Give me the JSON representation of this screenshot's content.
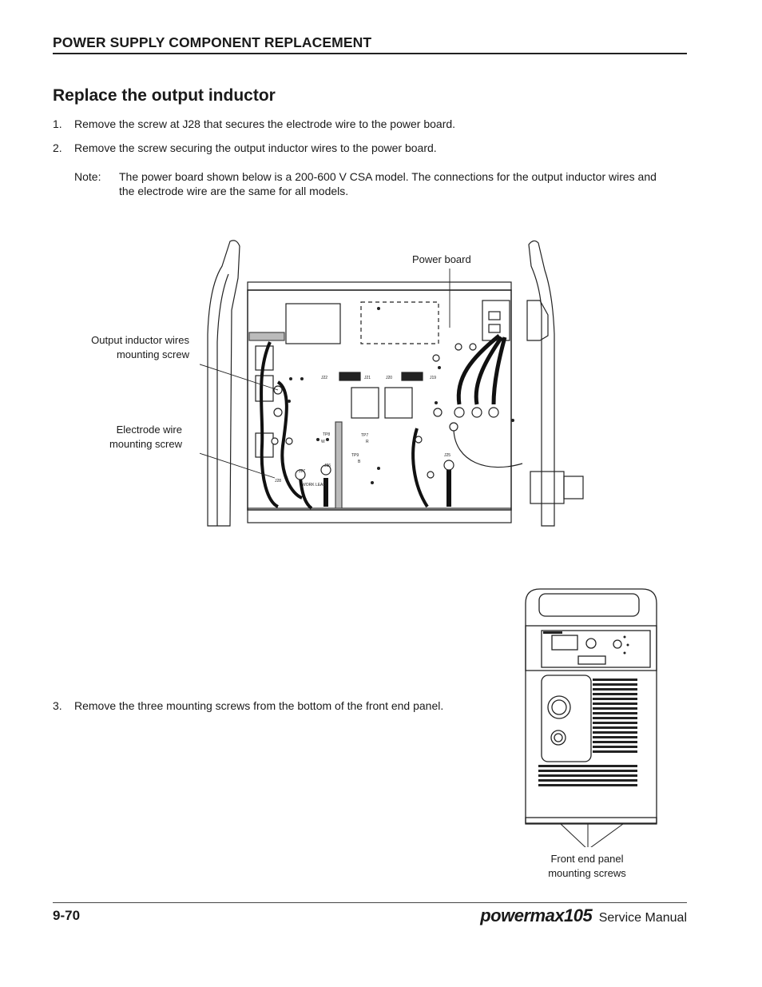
{
  "header": {
    "section_title": "POWER SUPPLY COMPONENT REPLACEMENT"
  },
  "title": "Replace the output inductor",
  "steps": [
    {
      "num": "1.",
      "text": "Remove the screw at J28 that secures the electrode wire to the power board."
    },
    {
      "num": "2.",
      "text": "Remove the screw securing the output inductor wires to the power board."
    },
    {
      "num": "3.",
      "text": "Remove the three mounting screws from the bottom of the front end panel."
    }
  ],
  "note": {
    "label": "Note:",
    "text": "The power board shown below is a 200-600 V CSA model. The connections for the output inductor wires and the electrode wire are the same for all models."
  },
  "figure1": {
    "callouts": {
      "power_board": "Power board",
      "inductor_screw_1": "Output inductor wires",
      "inductor_screw_2": "mounting screw",
      "electrode_screw_1": "Electrode wire",
      "electrode_screw_2": "mounting screw"
    },
    "board_labels": {
      "j22": "J22",
      "j21": "J21",
      "j20": "J20",
      "j19": "J19",
      "tp8": "TP8",
      "tp7": "TP7",
      "tp9": "TP9",
      "w": "W",
      "r": "R",
      "b": "B",
      "j27": "J27",
      "j26": "J26",
      "j25": "J25",
      "j28": "J28",
      "work_lead": "WORK LEAD"
    }
  },
  "figure2": {
    "callouts": {
      "line1": "Front end panel",
      "line2": "mounting screws"
    }
  },
  "footer": {
    "page": "9-70",
    "brand": "powermax105",
    "manual": "Service Manual"
  }
}
